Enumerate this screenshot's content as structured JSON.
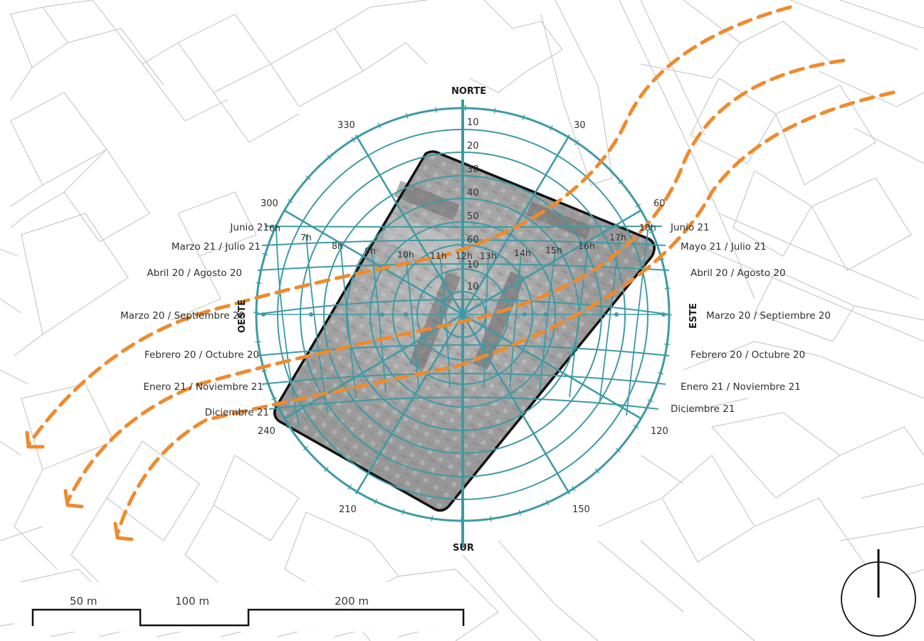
{
  "cardinals": {
    "north": "NORTE",
    "south": "SUR",
    "east": "ESTE",
    "west": "OESTE"
  },
  "azimuth_labels": [
    "30",
    "60",
    "120",
    "150",
    "210",
    "240",
    "300",
    "330"
  ],
  "altitude_labels_north": [
    "10",
    "20",
    "30",
    "40",
    "50",
    "60"
  ],
  "altitude_labels_center": [
    "10",
    "10"
  ],
  "hour_labels": [
    "6h",
    "7h",
    "8h",
    "9h",
    "10h",
    "11h",
    "12h",
    "13h",
    "14h",
    "15h",
    "16h",
    "17h",
    "18h"
  ],
  "dates_left": [
    "Junio 21",
    "Marzo 21 / Julio 21",
    "Abril 20 / Agosto 20",
    "Marzo 20 / Septiembre 20",
    "Febrero 20 / Octubre 20",
    "Enero 21 / Noviembre 21",
    "Diciembre 21"
  ],
  "dates_right": [
    "Junio 21",
    "Mayo 21 / Julio 21",
    "Abril 20 / Agosto 20",
    "Marzo 20 / Septiembre 20",
    "Febrero 20 / Octubre 20",
    "Enero 21 / Noviembre 21",
    "Diciembre 21"
  ],
  "scale_bar": {
    "labels": [
      "50 m",
      "100 m",
      "200 m"
    ]
  },
  "colors": {
    "sun_chart": "#3c9aa5",
    "sun_path": "#f08a2c",
    "parcel_outline": "#111111",
    "streets": "#c9c9c9"
  },
  "icons": {
    "north_arrow": "north-arrow-icon"
  }
}
